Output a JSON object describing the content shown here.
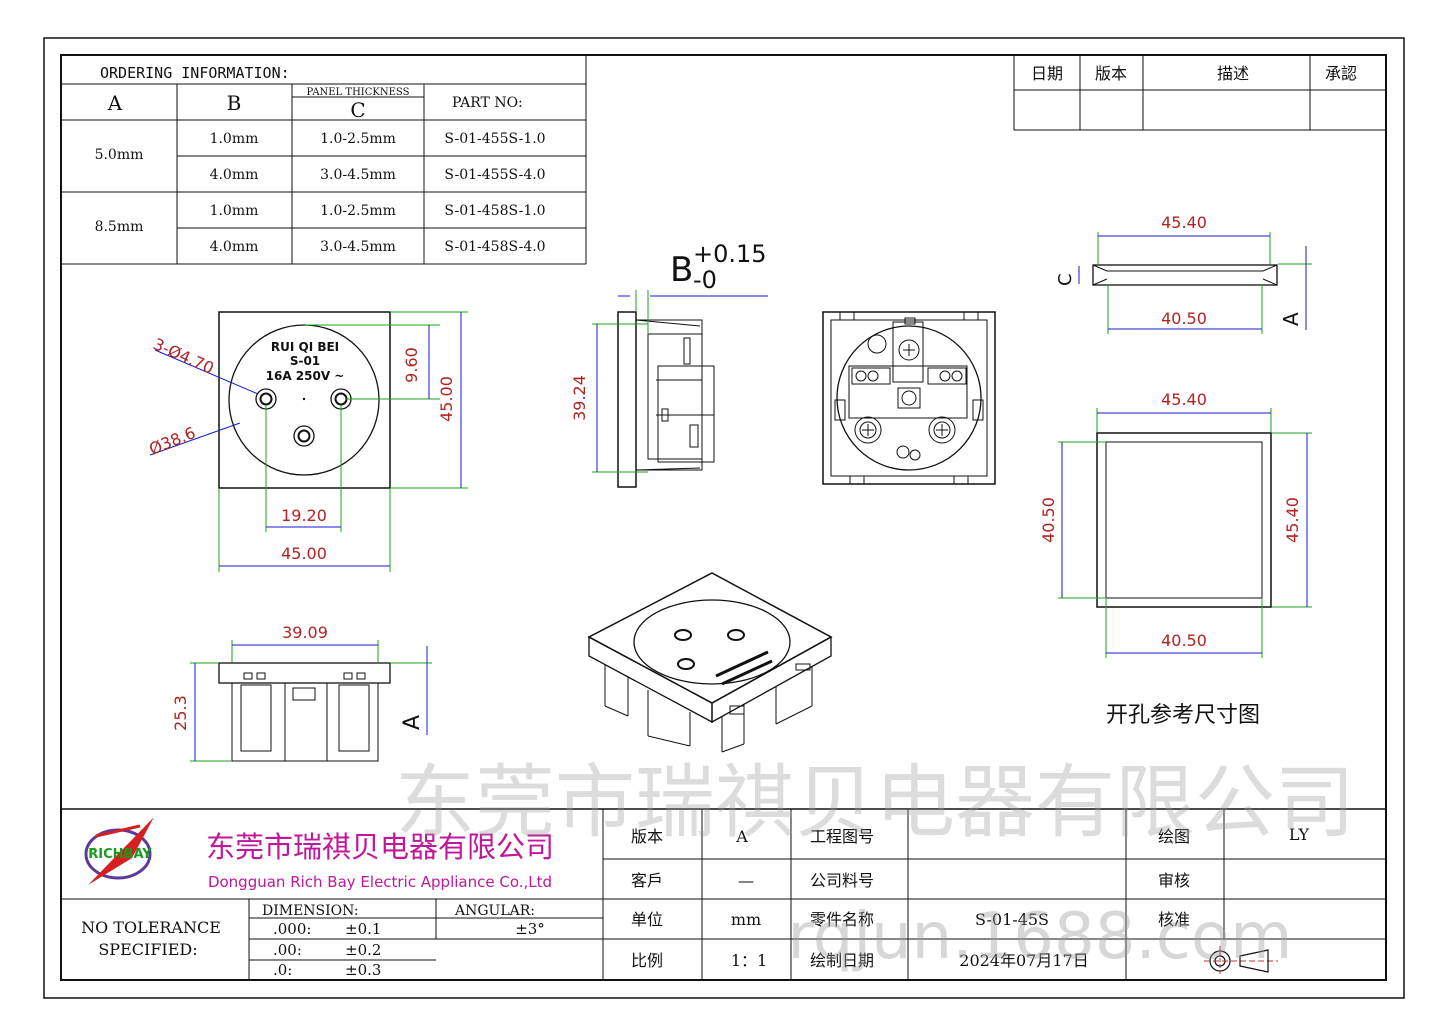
{
  "ordering": {
    "title": "ORDERING INFORMATION:",
    "col_a": "A",
    "col_b": "B",
    "col_c_top": "PANEL THICKNESS",
    "col_c": "C",
    "col_part": "PART NO:",
    "groups": [
      {
        "a": "5.0mm",
        "rows": [
          {
            "b": "1.0mm",
            "c": "1.0-2.5mm",
            "part": "S-01-455S-1.0"
          },
          {
            "b": "4.0mm",
            "c": "3.0-4.5mm",
            "part": "S-01-455S-4.0"
          }
        ]
      },
      {
        "a": "8.5mm",
        "rows": [
          {
            "b": "1.0mm",
            "c": "1.0-2.5mm",
            "part": "S-01-458S-1.0"
          },
          {
            "b": "4.0mm",
            "c": "3.0-4.5mm",
            "part": "S-01-458S-4.0"
          }
        ]
      }
    ]
  },
  "revision": {
    "date": "日期",
    "version": "版本",
    "desc": "描述",
    "approve": "承認"
  },
  "front_view": {
    "brand": "RUI QI BEI",
    "model": "S-01",
    "rating": "16A 250V ~",
    "holes": "3-Ø4.70",
    "diameter": "Ø38.6",
    "d_pin_v": "9.60",
    "d_height": "45.00",
    "d_pin_h": "19.20",
    "d_width": "45.00"
  },
  "side_view": {
    "tol_main": "B",
    "tol_plus": "+0.15",
    "tol_minus": "-0",
    "d_depth": "39.24"
  },
  "bottom_view": {
    "d_width": "39.09",
    "d_height": "25.3",
    "label_a": "A"
  },
  "cutout": {
    "side_top": "45.40",
    "side_bottom": "40.50",
    "label_c": "C",
    "label_a": "A",
    "top": "45.40",
    "left": "40.50",
    "right": "45.40",
    "bottom": "40.50",
    "caption": "开孔参考尺寸图"
  },
  "watermark": {
    "company": "东莞市瑞祺贝电器有限公司",
    "url": "rqjun.1688.com"
  },
  "title_block": {
    "logo_text": "RICHBAY",
    "company_cn": "东莞市瑞祺贝电器有限公司",
    "company_en": "Dongguan Rich Bay Electric Appliance Co.,Ltd",
    "tolerance_line1": "NO TOLERANCE",
    "tolerance_line2": "SPECIFIED:",
    "dimension_label": "DIMENSION:",
    "angular_label": "ANGULAR:",
    "angular_value": "±3°",
    "tol_rows": [
      {
        "key": ".000:",
        "val": "±0.1"
      },
      {
        "key": ".00:",
        "val": "±0.2"
      },
      {
        "key": ".0:",
        "val": "±0.3"
      }
    ],
    "version_label": "版本",
    "version": "A",
    "drawing_no_label": "工程图号",
    "drawing_no": "",
    "drawn_label": "绘图",
    "drawn": "LY",
    "customer_label": "客戶",
    "customer": "—",
    "company_part_label": "公司料号",
    "company_part": "",
    "review_label": "审核",
    "review": "",
    "unit_label": "单位",
    "unit": "mm",
    "part_name_label": "零件名称",
    "part_name": "S-01-45S",
    "approve_label": "核准",
    "approve": "",
    "scale_label": "比例",
    "scale": "1：1",
    "date_label": "绘制日期",
    "date": "2024年07月17日"
  }
}
